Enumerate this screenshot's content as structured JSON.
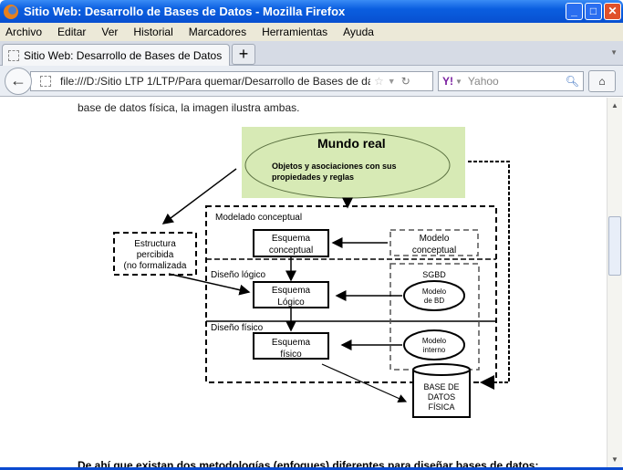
{
  "window": {
    "title": "Sitio Web: Desarrollo de Bases de Datos - Mozilla Firefox"
  },
  "menu": [
    "Archivo",
    "Editar",
    "Ver",
    "Historial",
    "Marcadores",
    "Herramientas",
    "Ayuda"
  ],
  "tab": {
    "label": "Sitio Web: Desarrollo de Bases de Datos",
    "new_tab": "+"
  },
  "nav": {
    "url": "file:///D:/Sitio LTP 1/LTP/Para quemar/Desarrollo de Bases de datos/DBD",
    "search_placeholder": "Yahoo"
  },
  "page": {
    "intro": "base de datos física, la imagen ilustra ambas.",
    "outro": "De ahí que existan dos metodologías (enfoques) diferentes para diseñar bases de datos:",
    "diagram": {
      "mundo_real": "Mundo real",
      "objetos_1": "Objetos y asociaciones con sus",
      "objetos_2": "propiedades y reglas",
      "estructura": [
        "Estructura",
        "percibida",
        "(no formalizada"
      ],
      "modelado_conceptual": "Modelado conceptual",
      "esquema_conceptual": [
        "Esquema",
        "conceptual"
      ],
      "modelo_conceptual": [
        "Modelo",
        "conceptual"
      ],
      "diseno_logico": "Diseño lógico",
      "sgbd": "SGBD",
      "esquema_logico": [
        "Esquema",
        "Lógico"
      ],
      "modelo_bd": [
        "Modelo",
        "de BD"
      ],
      "diseno_fisico": "Diseño físico",
      "esquema_fisico": [
        "Esquema",
        "físico"
      ],
      "modelo_interno": [
        "Modelo",
        "interno"
      ],
      "base_datos": [
        "BASE DE",
        "DATOS",
        "FÍSICA"
      ]
    }
  }
}
